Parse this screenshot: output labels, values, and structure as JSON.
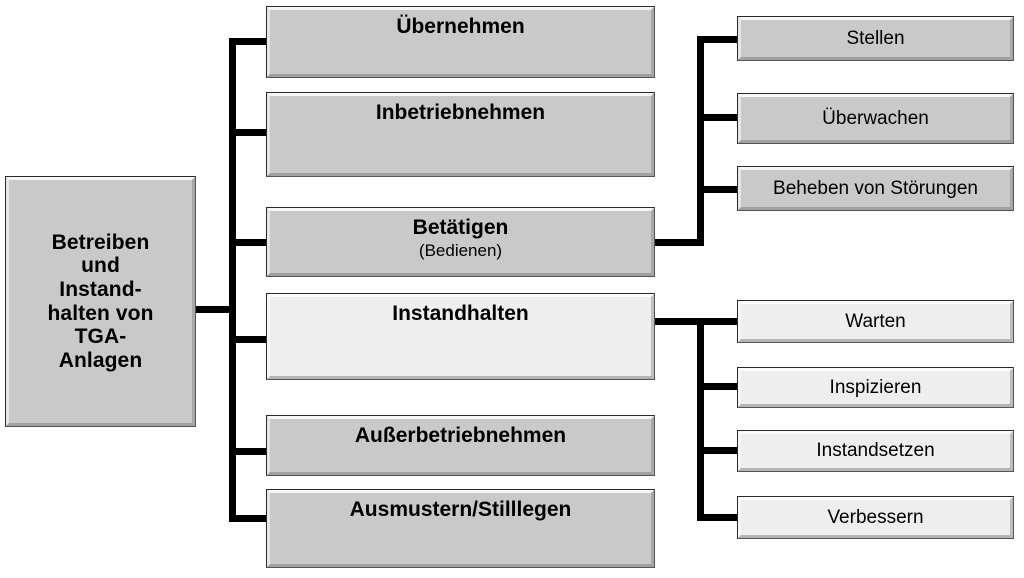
{
  "diagram": {
    "title": "Betreiben und Instandhalten von TGA-Anlagen",
    "colors": {
      "box_fill_gray": "#c9c9c9",
      "box_fill_light": "#eeeeee",
      "border": "#2a2a2a",
      "connector": "#000000",
      "text": "#000000",
      "background": "#ffffff"
    },
    "root": {
      "lines": [
        "Betreiben",
        "und",
        "Instand-",
        "halten von",
        "TGA-",
        "Anlagen"
      ],
      "text": "Betreiben und Instand- halten von TGA- Anlagen",
      "fill": "gray",
      "bold": true
    },
    "level1": [
      {
        "label": "Übernehmen",
        "sub": "",
        "fill": "gray",
        "bold": true
      },
      {
        "label": "Inbetriebnehmen",
        "sub": "",
        "fill": "gray",
        "bold": true
      },
      {
        "label": "Betätigen",
        "sub": "(Bedienen)",
        "fill": "gray",
        "bold": true
      },
      {
        "label": "Instandhalten",
        "sub": "",
        "fill": "light",
        "bold": true
      },
      {
        "label": "Außerbetriebnehmen",
        "sub": "",
        "fill": "gray",
        "bold": true
      },
      {
        "label": "Ausmustern/Stilllegen",
        "sub": "",
        "fill": "gray",
        "bold": true
      }
    ],
    "level2_betaetigen": [
      {
        "label": "Stellen",
        "fill": "gray",
        "bold": false
      },
      {
        "label": "Überwachen",
        "fill": "gray",
        "bold": false
      },
      {
        "label": "Beheben von Störungen",
        "fill": "gray",
        "bold": false
      }
    ],
    "level2_instandhalten": [
      {
        "label": "Warten",
        "fill": "light",
        "bold": false
      },
      {
        "label": "Inspizieren",
        "fill": "light",
        "bold": false
      },
      {
        "label": "Instandsetzen",
        "fill": "light",
        "bold": false
      },
      {
        "label": "Verbessern",
        "fill": "light",
        "bold": false
      }
    ]
  }
}
